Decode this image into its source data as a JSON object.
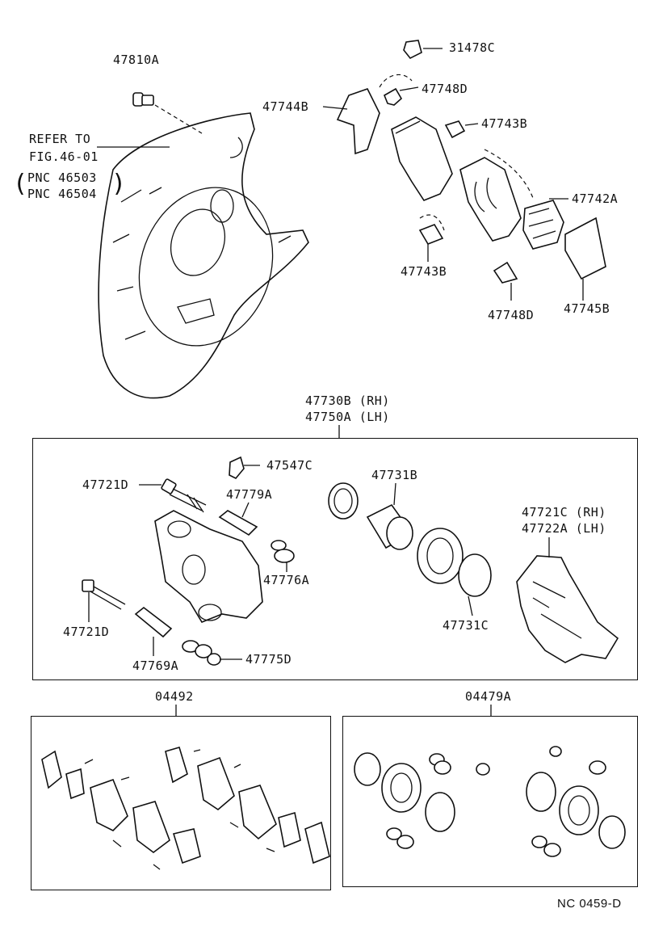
{
  "labels": {
    "p47810a": "47810A",
    "refer1": "REFER TO",
    "refer2": "FIG.46-01",
    "pnc1": "PNC 46503",
    "pnc2": "PNC 46504",
    "p31478c": "31478C",
    "p47748d_top": "47748D",
    "p47744b": "47744B",
    "p47743b_top": "47743B",
    "p47742a": "47742A",
    "p47743b_bot": "47743B",
    "p47748d_bot": "47748D",
    "p47745b": "47745B",
    "p47730b": "47730B (RH)",
    "p47750a": "47750A (LH)",
    "p47547c": "47547C",
    "p47721d_top": "47721D",
    "p47779a": "47779A",
    "p47731b": "47731B",
    "p47721c": "47721C (RH)",
    "p47722a": "47722A (LH)",
    "p47776a": "47776A",
    "p47731c": "47731C",
    "p47721d_bot": "47721D",
    "p47769a": "47769A",
    "p47775d": "47775D",
    "kit1": "04492",
    "kit2": "04479A",
    "footer": "NC 0459-D"
  }
}
